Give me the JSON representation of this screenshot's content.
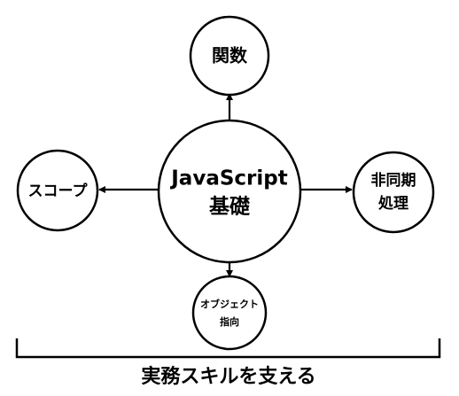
{
  "diagram": {
    "center": {
      "line1": "JavaScript",
      "line2": "基礎"
    },
    "top": {
      "label": "関数"
    },
    "left": {
      "label": "スコープ"
    },
    "right": {
      "line1": "非同期",
      "line2": "処理"
    },
    "bottom": {
      "line1": "オブジェクト",
      "line2": "指向"
    },
    "caption": "実務スキルを支える"
  },
  "colors": {
    "stroke": "#000000",
    "fill": "#ffffff",
    "text": "#000000"
  }
}
